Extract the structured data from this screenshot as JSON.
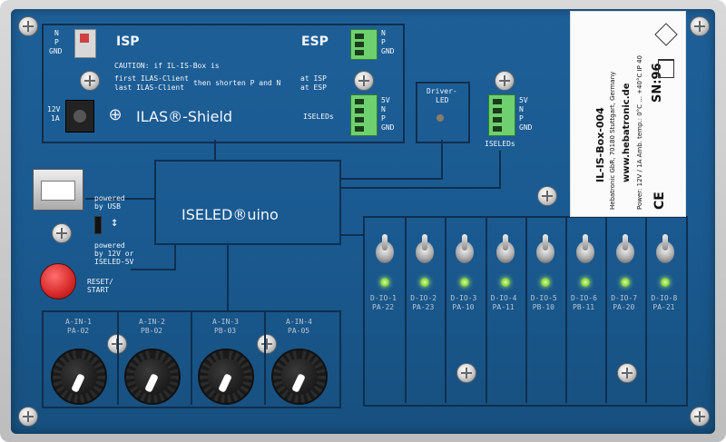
{
  "top_section": {
    "isp_label": "ISP",
    "esp_label": "ESP",
    "isp_pins": [
      "N",
      "P",
      "GND"
    ],
    "esp_pins": [
      "N",
      "P",
      "GND"
    ],
    "caution_lines": [
      "CAUTION: if IL-IS-Box is",
      "first ILAS-Client",
      "last ILAS-Client"
    ],
    "then_text": "then shorten P and N",
    "at_isp": "at ISP",
    "at_esp": "at ESP",
    "power_labels": [
      "12V",
      "1A"
    ],
    "shield_title": "ILAS®-Shield",
    "iseled_connector_pins": [
      "5V",
      "N",
      "P",
      "GND"
    ],
    "iseleds_label": "ISELEDs",
    "driver_led_label_1": "Driver-",
    "driver_led_label_2": "LED",
    "right_connector_pins": [
      "5V",
      "N",
      "P",
      "GND"
    ],
    "right_iseleds_label": "ISELEDs"
  },
  "middle": {
    "iseleduino_label": "ISELED®uino",
    "powered_by_usb": "powered\nby USB",
    "powered_by_12v": "powered\nby 12V or\nISELED-5V",
    "reset_label": "RESET/\nSTART"
  },
  "digital_io": [
    {
      "id": "D-IO-1",
      "port": "PA-22"
    },
    {
      "id": "D-IO-2",
      "port": "PA-23"
    },
    {
      "id": "D-IO-3",
      "port": "PA-10"
    },
    {
      "id": "D-IO-4",
      "port": "PA-11"
    },
    {
      "id": "D-IO-5",
      "port": "PB-10"
    },
    {
      "id": "D-IO-6",
      "port": "PB-11"
    },
    {
      "id": "D-IO-7",
      "port": "PA-20"
    },
    {
      "id": "D-IO-8",
      "port": "PA-21"
    }
  ],
  "analog_inputs": [
    {
      "id": "A-IN-1",
      "port": "PA-02"
    },
    {
      "id": "A-IN-2",
      "port": "PB-02"
    },
    {
      "id": "A-IN-3",
      "port": "PB-03"
    },
    {
      "id": "A-IN-4",
      "port": "PA-05"
    }
  ],
  "device_label": {
    "model": "IL-IS-Box-004",
    "manufacturer": "Hebatronic GbR, 70180 Stuttgart, Germany",
    "website": "www.hebatronic.de",
    "specs": "Power: 12V / 1A Amb. temp.: 0°C ... +40°C IP 40",
    "serial": "SN:96",
    "ce_mark": "CE"
  },
  "colors": {
    "panel_blue": "#1a5a91",
    "line_dark": "#0f2f4f",
    "led_green": "#8fd444",
    "reset_red": "#e53935"
  }
}
